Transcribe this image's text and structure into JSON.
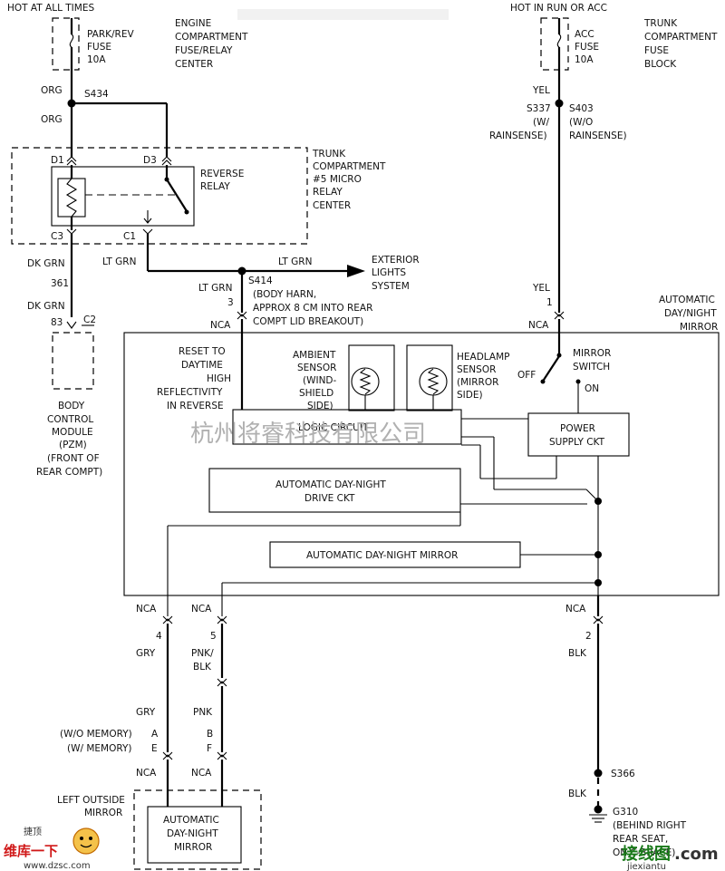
{
  "power_left": {
    "header": "HOT AT ALL TIMES",
    "fuse": [
      "PARK/REV",
      "FUSE",
      "10A"
    ],
    "location": [
      "ENGINE",
      "COMPARTMENT",
      "FUSE/RELAY",
      "CENTER"
    ]
  },
  "power_right": {
    "header": "HOT IN RUN OR ACC",
    "fuse": [
      "ACC",
      "FUSE",
      "10A"
    ],
    "location": [
      "TRUNK",
      "COMPARTMENT",
      "FUSE",
      "BLOCK"
    ]
  },
  "wires": {
    "org": "ORG",
    "org2": "ORG",
    "splice_s434": "S434",
    "yel": "YEL",
    "yel2": "YEL",
    "dkgrn": "DK GRN",
    "dkgrn2": "DK GRN",
    "n361": "361",
    "n83": "83",
    "c2": "C2",
    "ltgrn": "LT GRN",
    "ltgrn2": "LT GRN",
    "ltgrn3": "LT GRN",
    "splice_s414": "S414",
    "pin3": "3",
    "pin1": "1"
  },
  "splice_right": {
    "s337": "S337",
    "s403": "S403",
    "w": [
      "(W/",
      "RAINSENSE)"
    ],
    "wo": [
      "(W/O",
      "RAINSENSE)"
    ]
  },
  "relay": {
    "pins": {
      "d1": "D1",
      "d3": "D3",
      "c3": "C3",
      "c1": "C1"
    },
    "name": [
      "REVERSE",
      "RELAY"
    ],
    "center": [
      "TRUNK",
      "COMPARTMENT",
      "#5 MICRO",
      "RELAY",
      "CENTER"
    ]
  },
  "exterior": [
    "EXTERIOR",
    "LIGHTS",
    "SYSTEM"
  ],
  "s414_note": [
    "(BODY HARN,",
    "APPROX 8 CM INTO REAR",
    "COMPT LID BREAKOUT)"
  ],
  "bcm": [
    "BODY",
    "CONTROL",
    "MODULE",
    "(PZM)",
    "(FRONT OF",
    "REAR COMPT)"
  ],
  "mirror_title": [
    "AUTOMATIC",
    "DAY/NIGHT",
    "MIRROR"
  ],
  "nca": "NCA",
  "internal": {
    "reset": [
      "RESET TO",
      "DAYTIME",
      "HIGH",
      "REFLECTIVITY",
      "IN REVERSE"
    ],
    "ambient": [
      "AMBIENT",
      "SENSOR",
      "(WIND-",
      "SHIELD",
      "SIDE)"
    ],
    "headlamp": [
      "HEADLAMP",
      "SENSOR",
      "(MIRROR",
      "SIDE)"
    ],
    "mirror_switch": [
      "MIRROR",
      "SWITCH"
    ],
    "off": "OFF",
    "on": "ON",
    "logic": "LOGIC CIRCUIT",
    "power": [
      "POWER",
      "SUPPLY CKT"
    ],
    "drive": [
      "AUTOMATIC DAY-NIGHT",
      "DRIVE CKT"
    ],
    "mirror_elem": "AUTOMATIC DAY-NIGHT MIRROR"
  },
  "bottom": {
    "pin4": "4",
    "pin5": "5",
    "pin2": "2",
    "gry": "GRY",
    "gry2": "GRY",
    "pnkblk": [
      "PNK/",
      "BLK"
    ],
    "pnk": "PNK",
    "blk": "BLK",
    "blk2": "BLK",
    "womem": "(W/O MEMORY)",
    "wmem": "(W/ MEMORY)",
    "a": "A",
    "e": "E",
    "b": "B",
    "f": "F",
    "s366": "S366",
    "g310": [
      "G310",
      "(BEHIND RIGHT",
      "REAR SEAT,",
      "ON C-BRACE)"
    ],
    "left_mirror_label": [
      "LEFT OUTSIDE",
      "MIRROR"
    ],
    "left_mirror_box": [
      "AUTOMATIC",
      "DAY-NIGHT",
      "MIRROR"
    ]
  },
  "watermark": "杭州将睿科技有限公司",
  "logos": {
    "left_top": "捷顶",
    "left_mid": "维库一下",
    "left_url": "www.dzsc.com",
    "right_mark": "接线图",
    "right_com": ".com",
    "right_url": "jiexiantu"
  }
}
